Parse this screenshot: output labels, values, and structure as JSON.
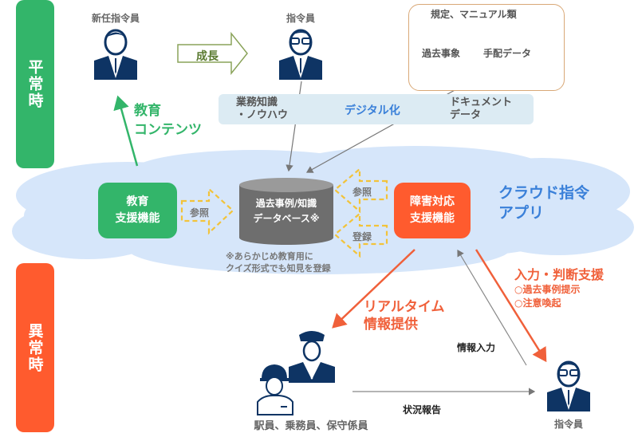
{
  "phases": {
    "normal": "平常時",
    "abnormal": "異常時"
  },
  "people": {
    "new_dispatcher": "新任指令員",
    "dispatcher_top": "指令員",
    "dispatcher_bottom": "指令員",
    "field_staff": "駅員、乗務員、保守係員"
  },
  "growth_arrow": "成長",
  "education_content": [
    "教育",
    "コンテンツ"
  ],
  "digital_band": {
    "left_text": [
      "業務知識",
      "・ノウハウ"
    ],
    "center_text": "デジタル化",
    "right_text": [
      "ドキュメント",
      "データ"
    ]
  },
  "documents": {
    "rules": "規定、マニュアル類",
    "past_events": "過去事象",
    "arrangement_data": "手配データ"
  },
  "cloud": {
    "title": [
      "クラウド指令",
      "アプリ"
    ],
    "edu_function": [
      "教育",
      "支援機能"
    ],
    "fault_function": [
      "障害対応",
      "支援機能"
    ],
    "database": [
      "過去事例/知識",
      "データベース※"
    ],
    "db_note": [
      "※あらかじめ教育用に",
      "クイズ形式でも知見を登録"
    ],
    "ref_left": "参照",
    "ref_right": "参照",
    "register": "登録"
  },
  "flows": {
    "realtime": [
      "リアルタイム",
      "情報提供"
    ],
    "input_support": "入力・判断支援",
    "support_items": [
      "○過去事例提示",
      "○注意喚起"
    ],
    "info_input": "情報入力",
    "status_report": "状況報告"
  },
  "colors": {
    "green": "#33b56a",
    "orange_red": "#ff5b2e",
    "navy": "#0e3464",
    "cloud": "#d6e6fa",
    "blue_text": "#3a80d9",
    "folder": "#e0944a",
    "dashed_yellow": "#f2c33a",
    "db_gray": "#6e6e6e"
  }
}
